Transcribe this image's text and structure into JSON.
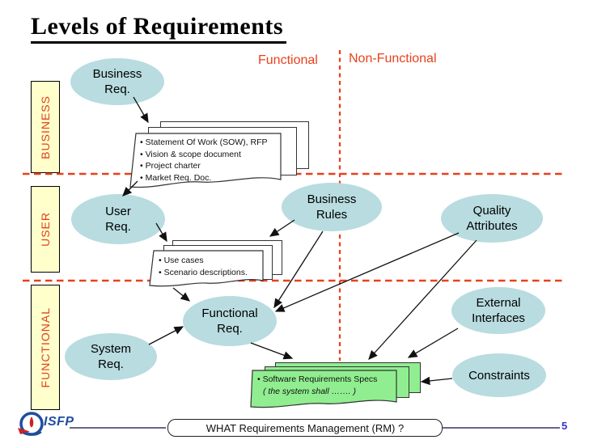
{
  "title": "Levels of Requirements",
  "columns": {
    "functional": "Functional",
    "non_functional": "Non-Functional"
  },
  "levels": [
    {
      "label": "BUSINESS"
    },
    {
      "label": "USER"
    },
    {
      "label": "FUNCTIONAL"
    }
  ],
  "ellipses": {
    "business_req": {
      "line1": "Business",
      "line2": "Req."
    },
    "user_req": {
      "line1": "User",
      "line2": "Req."
    },
    "business_rules": {
      "line1": "Business",
      "line2": "Rules"
    },
    "quality_attributes": {
      "line1": "Quality",
      "line2": "Attributes"
    },
    "functional_req": {
      "line1": "Functional",
      "line2": "Req."
    },
    "system_req": {
      "line1": "System",
      "line2": "Req."
    },
    "external_interfaces": {
      "line1": "External",
      "line2": "Interfaces"
    },
    "constraints": {
      "line1": "Constraints"
    }
  },
  "documents": {
    "business_docs": {
      "items": [
        "Statement Of Work (SOW),  RFP",
        "Vision & scope document",
        "Project charter",
        "Market Req. Doc."
      ]
    },
    "user_docs": {
      "items": [
        "Use cases",
        "Scenario descriptions."
      ]
    },
    "software_specs": {
      "line1": "Software Requirements Specs",
      "line2": "( the system shall ……. )"
    }
  },
  "footer": {
    "bar_text": "WHAT Requirements Management (RM) ?",
    "page_number": "5",
    "logo_text": "ISFP"
  },
  "colors": {
    "accent_red": "#e8421c",
    "ellipse_fill": "#b8dce0",
    "doc_green": "#90ee90",
    "level_box_fill": "#ffffcc",
    "footer_navy": "#333366",
    "page_number_blue": "#3333cc",
    "logo_blue": "#1f4e9e"
  }
}
